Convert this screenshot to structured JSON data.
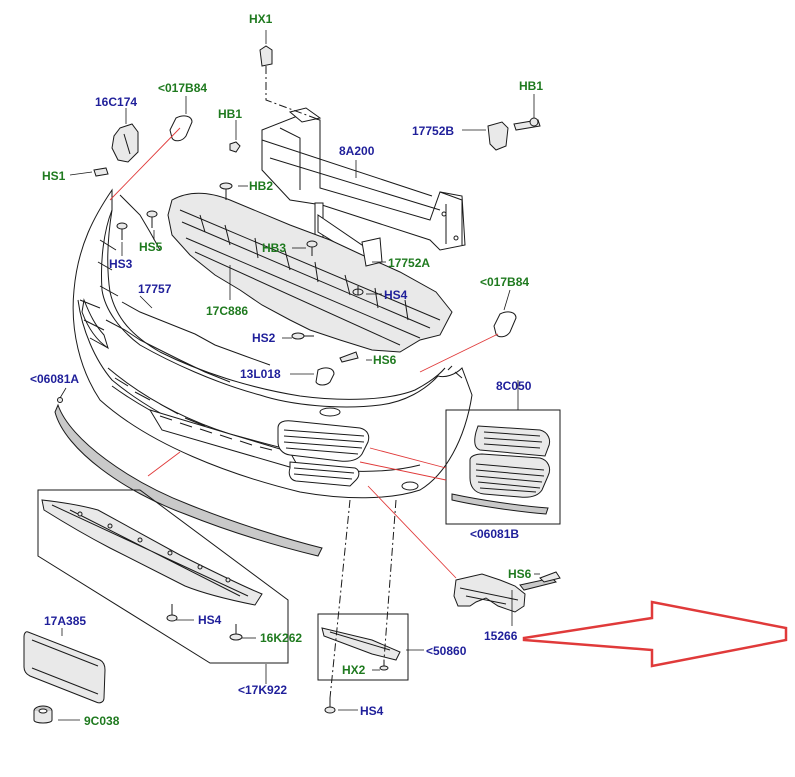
{
  "diagram": {
    "labels": {
      "hx1": "HX1",
      "p017b84_top": "<017B84",
      "p16c174": "16C174",
      "hb1_left": "HB1",
      "hb1_right": "HB1",
      "p17752b": "17752B",
      "p8a200": "8A200",
      "hs1": "HS1",
      "hb2": "HB2",
      "hs5": "HS5",
      "hs3": "HS3",
      "hb3": "HB3",
      "p17752a": "17752A",
      "p17757": "17757",
      "p17c886": "17C886",
      "hs4_mid": "HS4",
      "p017b84_right": "<017B84",
      "hs2": "HS2",
      "hs6_mid": "HS6",
      "p13l018": "13L018",
      "p06081a": "<06081A",
      "p8c050": "8C050",
      "p06081b": "<06081B",
      "hs6_right": "HS6",
      "p15266": "15266",
      "p17a385": "17A385",
      "hs4_lower": "HS4",
      "p16k262": "16K262",
      "p50860": "<50860",
      "hx2": "HX2",
      "p17k922": "<17K922",
      "hs4_bottom": "HS4",
      "p9c038": "9C038"
    },
    "colors": {
      "part_number": "#1f1f9a",
      "hardware_code": "#1f7a1f",
      "highlight_arrow": "#e03a3a",
      "line": "#1a1a1a"
    }
  }
}
